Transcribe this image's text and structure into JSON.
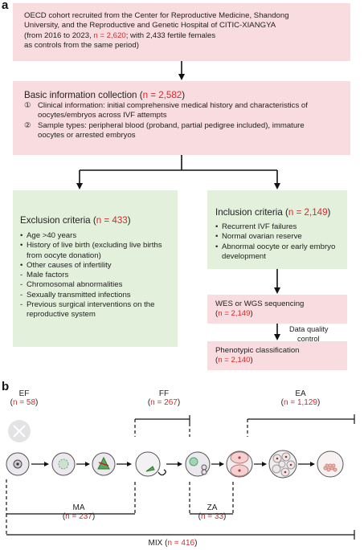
{
  "panel_a": {
    "letter": "a",
    "cohort": {
      "line1": "OECD cohort recruited from the Center for Reproductive Medicine, Shandong",
      "line2": "University, and the Reproductive and Genetic Hospital of CITIC-XIANGYA",
      "line3_pre": "(from 2016 to 2023, ",
      "line3_n": "n = 2,620",
      "line3_post": "; with 2,433 fertile females",
      "line4": "as controls from the same period)"
    },
    "basic": {
      "title": "Basic information collection (",
      "n": "n = 2,582",
      "close": ")",
      "items": [
        {
          "num": "①",
          "lines": [
            "Clinical information: initial comprehensive medical history and characteristics of",
            "oocytes/embryos across IVF attempts"
          ]
        },
        {
          "num": "②",
          "lines": [
            "Sample types: peripheral blood (proband, partial pedigree included), immature",
            "oocytes or arrested embryos"
          ]
        }
      ]
    },
    "exclusion": {
      "title": "Exclusion criteria (",
      "n": "n = 433",
      "close": ")",
      "bullets": [
        "Age >40 years",
        "History of live birth (excluding live births from oocyte donation)",
        "Other causes of infertility"
      ],
      "dashes": [
        "Male factors",
        "Chromosomal abnormalities",
        "Sexually transmitted infections",
        "Previous surgical interventions on the reproductive system"
      ]
    },
    "inclusion": {
      "title": "Inclusion criteria (",
      "n": "n = 2,149",
      "close": ")",
      "bullets": [
        "Recurrent IVF failures",
        "Normal ovarian reserve",
        "Abnormal oocyte or early embryo development"
      ]
    },
    "wes": {
      "label": "WES or WGS sequencing",
      "n": "n = 2,149"
    },
    "dqc": {
      "line1": "Data quality",
      "line2": "control"
    },
    "pheno": {
      "label": "Phenotypic classification",
      "n": "n = 2,140"
    }
  },
  "panel_b": {
    "letter": "b",
    "groups": [
      {
        "name": "EF",
        "n": "n = 58"
      },
      {
        "name": "FF",
        "n": "n = 267"
      },
      {
        "name": "EA",
        "n": "n = 1,129"
      },
      {
        "name": "MA",
        "n": "n = 237"
      },
      {
        "name": "ZA",
        "n": "n = 33"
      },
      {
        "name": "MIX",
        "n": "n = 416"
      }
    ],
    "colors": {
      "accent_red": "#d62a2a",
      "pink_box": "#f8dcdf",
      "green_box": "#e3f0db"
    }
  }
}
